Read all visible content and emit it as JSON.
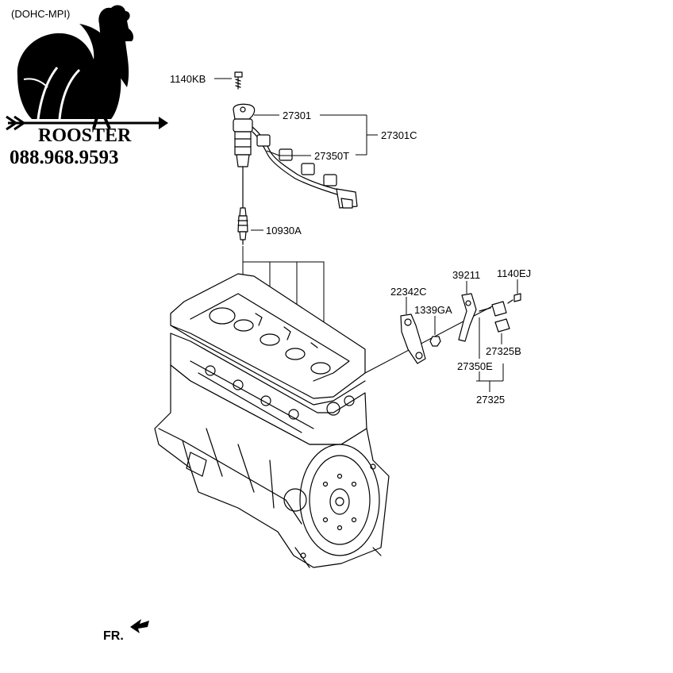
{
  "header": {
    "engine_type": "(DOHC-MPI)"
  },
  "watermark": {
    "brand": "ROOSTER",
    "phone": "088.968.9593"
  },
  "parts": {
    "p1140KB": "1140KB",
    "p27301": "27301",
    "p27301C": "27301C",
    "p27350T": "27350T",
    "p10930A": "10930A",
    "p22342C": "22342C",
    "p1339GA": "1339GA",
    "p39211": "39211",
    "p1140EJ": "1140EJ",
    "p27325B": "27325B",
    "p27350E": "27350E",
    "p27325": "27325"
  },
  "direction": {
    "front_label": "FR."
  }
}
